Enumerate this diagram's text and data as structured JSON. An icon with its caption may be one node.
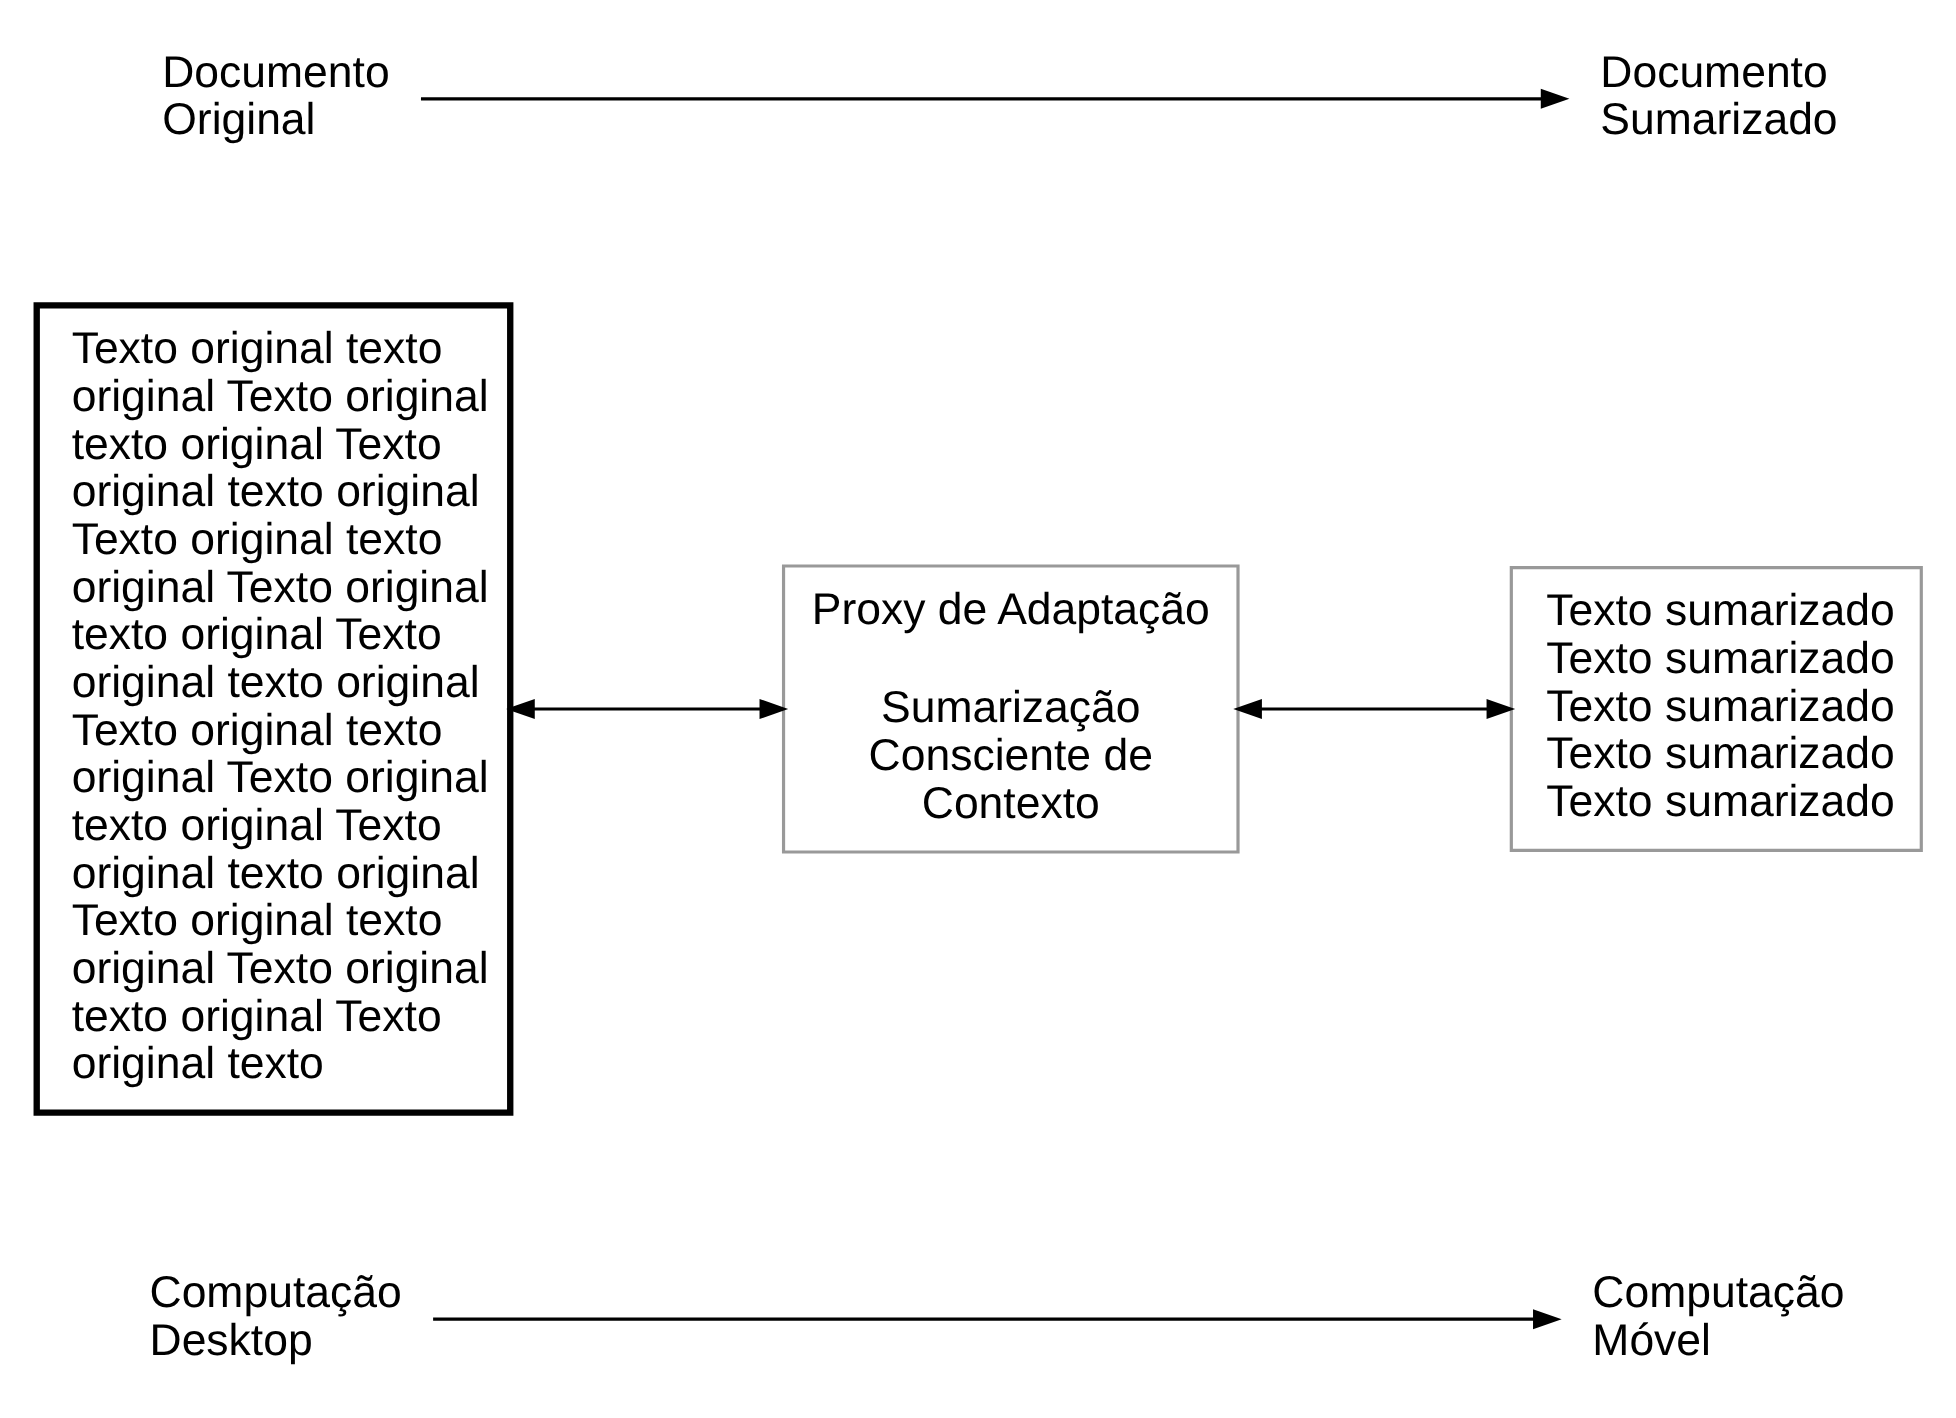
{
  "diagram": {
    "nodes": [
      {
        "text": [
          "Documento Original"
        ]
      },
      {
        "text": [
          "Documento Sumarizado"
        ]
      },
      {
        "text": [
          "Texto original texto original Texto original texto original Texto original texto original Texto original texto original Texto original texto original Texto original texto original Texto original texto original Texto original texto original Texto original texto original Texto original texto original Texto original texto original Texto original texto"
        ]
      },
      {
        "text": [
          "Proxy de Adaptação",
          "Sumarização Consciente de Contexto"
        ]
      },
      {
        "text": [
          "Texto sumarizado Texto sumarizado Texto sumarizado Texto sumarizado Texto sumarizado"
        ]
      },
      {
        "text": [
          "Computação Desktop"
        ]
      },
      {
        "text": [
          "Computação Móvel"
        ]
      }
    ],
    "edges": [
      {
        "from": 0,
        "to": 1,
        "arrow": "to"
      },
      {
        "from": 2,
        "to": 3,
        "arrow": "both"
      },
      {
        "from": 3,
        "to": 4,
        "arrow": "both"
      },
      {
        "from": 5,
        "to": 6,
        "arrow": "to"
      }
    ]
  }
}
